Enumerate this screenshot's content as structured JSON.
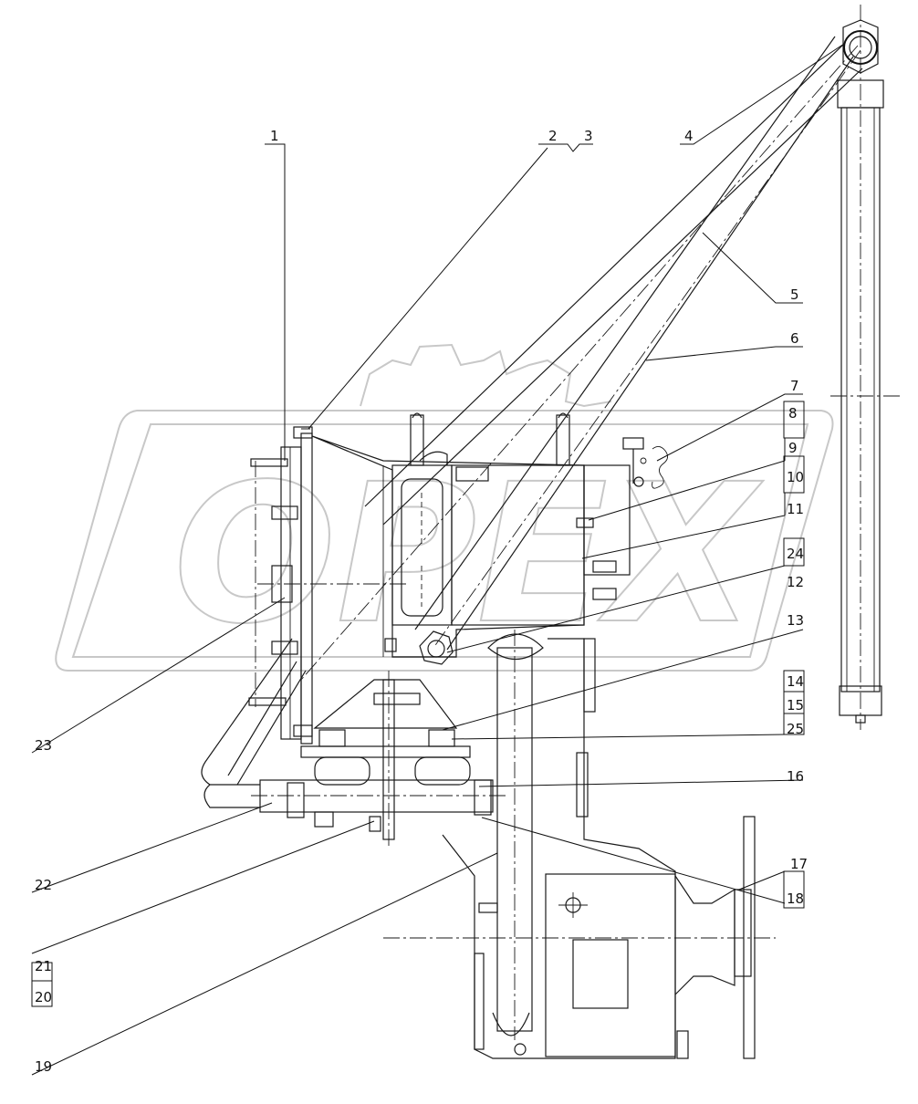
{
  "watermark": {
    "text": "OPEX"
  },
  "callouts": [
    {
      "id": "c1",
      "label": "1"
    },
    {
      "id": "c2",
      "label": "2"
    },
    {
      "id": "c3",
      "label": "3"
    },
    {
      "id": "c4",
      "label": "4"
    },
    {
      "id": "c5",
      "label": "5"
    },
    {
      "id": "c6",
      "label": "6"
    },
    {
      "id": "c7",
      "label": "7"
    },
    {
      "id": "c8",
      "label": "8"
    },
    {
      "id": "c9",
      "label": "9"
    },
    {
      "id": "c10",
      "label": "10"
    },
    {
      "id": "c11",
      "label": "11"
    },
    {
      "id": "c12",
      "label": "12"
    },
    {
      "id": "c13",
      "label": "13"
    },
    {
      "id": "c14",
      "label": "14"
    },
    {
      "id": "c15",
      "label": "15"
    },
    {
      "id": "c16",
      "label": "16"
    },
    {
      "id": "c17",
      "label": "17"
    },
    {
      "id": "c18",
      "label": "18"
    },
    {
      "id": "c19",
      "label": "19"
    },
    {
      "id": "c20",
      "label": "20"
    },
    {
      "id": "c21",
      "label": "21"
    },
    {
      "id": "c22",
      "label": "22"
    },
    {
      "id": "c23",
      "label": "23"
    },
    {
      "id": "c24",
      "label": "24"
    },
    {
      "id": "c25",
      "label": "25"
    }
  ]
}
